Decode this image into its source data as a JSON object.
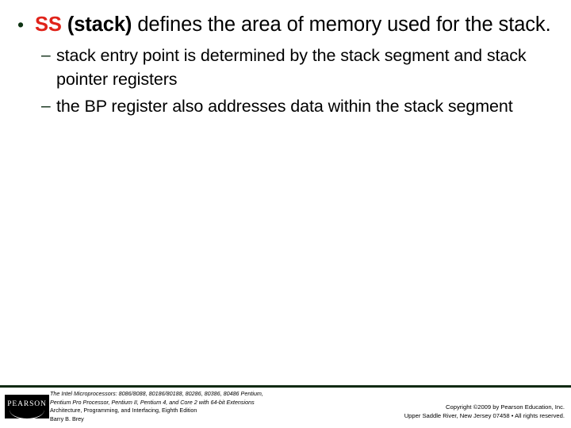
{
  "slide": {
    "background_color": "#ffffff",
    "accent_green": "#0d2a12",
    "accent_red": "#e0231a"
  },
  "body": {
    "level1": [
      {
        "marker": "•",
        "run_red": "SS",
        "run_bold": " (stack)",
        "run_plain": " defines the area of memory used for the stack."
      }
    ],
    "level2": [
      {
        "marker": "–",
        "text": "stack entry point is determined by the stack segment and stack pointer registers"
      },
      {
        "marker": "–",
        "text": "the BP register also addresses data within the stack segment"
      }
    ]
  },
  "footer": {
    "logo_word": "PEARSON",
    "citation_lines": [
      "The Intel Microprocessors: 8086/8088, 80186/80188, 80286, 80386, 80486 Pentium,",
      "Pentium Pro Processor, Pentium II, Pentium 4, and Core 2 with 64-bit Extensions",
      "Architecture, Programming, and Interfacing, Eighth Edition",
      "Barry B. Brey"
    ],
    "copyright_lines": [
      "Copyright ©2009 by Pearson Education, Inc.",
      "Upper Saddle River, New Jersey 07458 • All rights reserved."
    ]
  }
}
